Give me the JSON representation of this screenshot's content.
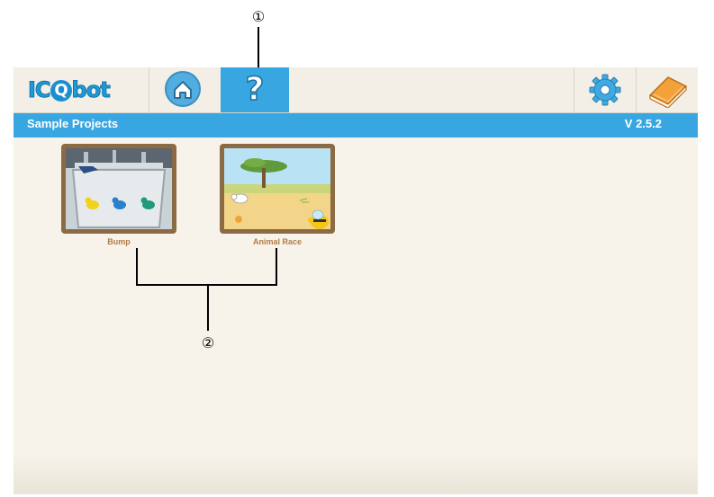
{
  "annotations": {
    "marker_1": "①",
    "marker_2": "②"
  },
  "header": {
    "logo_text_left": "IC",
    "logo_text_q": "Q",
    "logo_text_right": "bot",
    "help_glyph": "?",
    "icons": {
      "home": "home-icon",
      "help": "question-icon",
      "settings": "gear-icon",
      "book": "book-icon"
    }
  },
  "titlebar": {
    "title": "Sample Projects",
    "version": "V 2.5.2"
  },
  "projects": [
    {
      "label": "Bump"
    },
    {
      "label": "Animal Race"
    }
  ],
  "colors": {
    "accent_blue": "#38a7e1",
    "frame_brown": "#8c6a43",
    "label_brown": "#b27b45",
    "background": "#f7f3ea"
  }
}
